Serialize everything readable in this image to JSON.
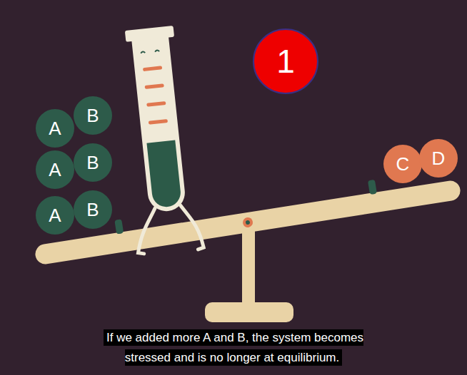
{
  "diagram": {
    "caption": "If we added more A and B, the system becomes stressed and is no longer at equilibrium.",
    "nodes": [
      {
        "text": [
          "1"
        ]
      },
      {
        "text": [
          "A"
        ]
      },
      {
        "text": [
          "B"
        ]
      },
      {
        "text": [
          "A"
        ]
      },
      {
        "text": [
          "B"
        ]
      },
      {
        "text": [
          "A"
        ]
      },
      {
        "text": [
          "B"
        ]
      },
      {
        "text": [
          "C"
        ]
      },
      {
        "text": [
          "D"
        ]
      }
    ]
  }
}
